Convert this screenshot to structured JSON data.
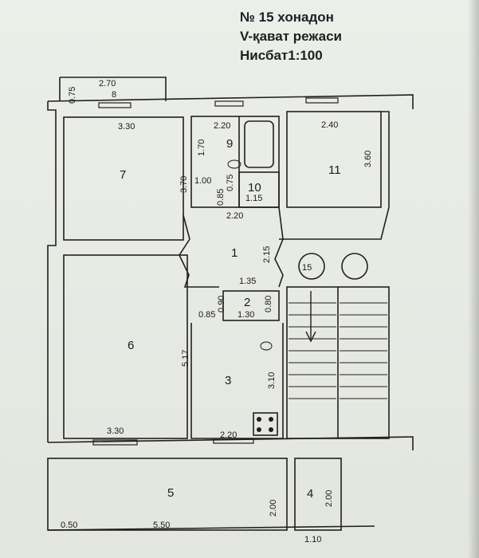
{
  "title": {
    "line1": "№ 15 хонадон",
    "line2": "V-қават режаси",
    "line3": "Нисбат1:100"
  },
  "rooms": {
    "r1": "1",
    "r2": "2",
    "r3": "3",
    "r4": "4",
    "r5": "5",
    "r6": "6",
    "r7": "7",
    "r8": "8",
    "r9": "9",
    "r10": "10",
    "r11": "11"
  },
  "dimensions": {
    "d_075_top": "0.75",
    "d_270": "2.70",
    "d_330_top": "3.30",
    "d_370": "3.70",
    "d_220_top": "2.20",
    "d_170": "1.70",
    "d_100": "1.00",
    "d_085_a": "0.85",
    "d_075_b": "0.75",
    "d_115": "1.15",
    "d_220_mid": "2.20",
    "d_240": "2.40",
    "d_360": "3.60",
    "d_215": "2.15",
    "d_135": "1.35",
    "d_090": "0.90",
    "d_080": "0.80",
    "d_130": "1.30",
    "d_085_b": "0.85",
    "d_517": "5.17",
    "d_310": "3.10",
    "d_330_bot": "3.30",
    "d_220_bot": "2.20",
    "d_200_a": "2.00",
    "d_200_b": "2.00",
    "d_050": "0.50",
    "d_550": "5.50",
    "d_110": "1.10"
  },
  "stair_marker": "15",
  "colors": {
    "wall": "#202020",
    "paper": "#eceee9",
    "ink": "#1b1b1b"
  }
}
